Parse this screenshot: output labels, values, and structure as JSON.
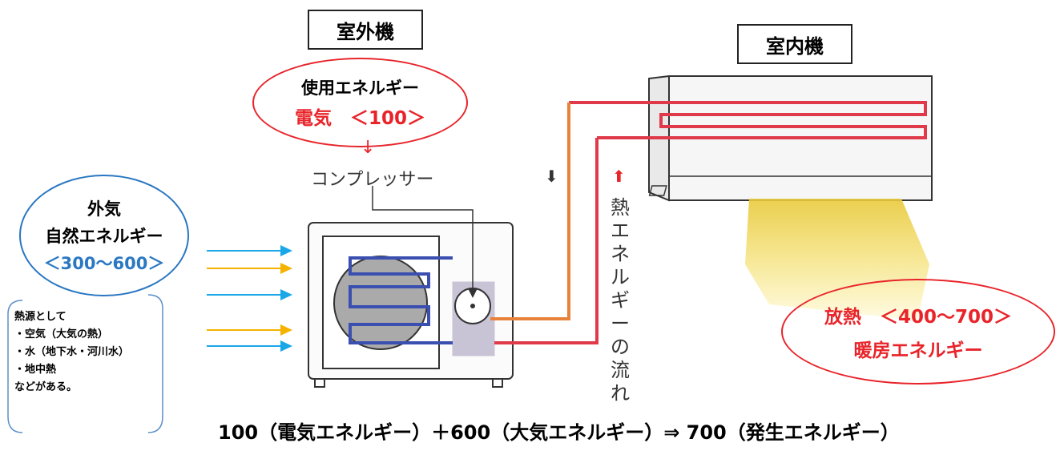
{
  "outdoor_unit": {
    "label": "室外機"
  },
  "indoor_unit": {
    "label": "室内機"
  },
  "input_energy": {
    "title": "使用エネルギー",
    "value": "電気　＜100＞",
    "down_arrow": "↓",
    "border_color": "#e8242a",
    "value_color": "#e8242a"
  },
  "compressor": {
    "label": "コンプレッサー"
  },
  "outside_air": {
    "line1": "外気",
    "line2": "自然エネルギー",
    "value": "＜300～600＞",
    "border_color": "#2a77c2",
    "value_color": "#2a77c2"
  },
  "heat_sources": {
    "lines": [
      "熱源として",
      "・空気（大気の熱）",
      "・水（地下水・河川水）",
      "・地中熱",
      "などがある。"
    ]
  },
  "heat_flow": {
    "text": [
      "熱",
      "エ",
      "ネ",
      "ル",
      "ギ",
      "ー",
      "の",
      "流",
      "れ"
    ],
    "down_arrow": "⬇",
    "up_arrow": "⬆",
    "up_arrow_color": "#e8242a"
  },
  "output_energy": {
    "value": "放熱　＜400～700＞",
    "label": "暖房エネルギー",
    "border_color": "#e8242a",
    "text_color": "#e8242a"
  },
  "equation": {
    "text": "100（電気エネルギー）＋600（大気エネルギー）⇒ 700（発生エネルギー）"
  },
  "colors": {
    "blue_arrow": "#19a7e8",
    "yellow_arrow": "#f5b300",
    "pipe_orange": "#e8823a",
    "pipe_red": "#e03a4a",
    "coil_blue": "#3a4fb0",
    "warm_air": "#f3df6e"
  }
}
